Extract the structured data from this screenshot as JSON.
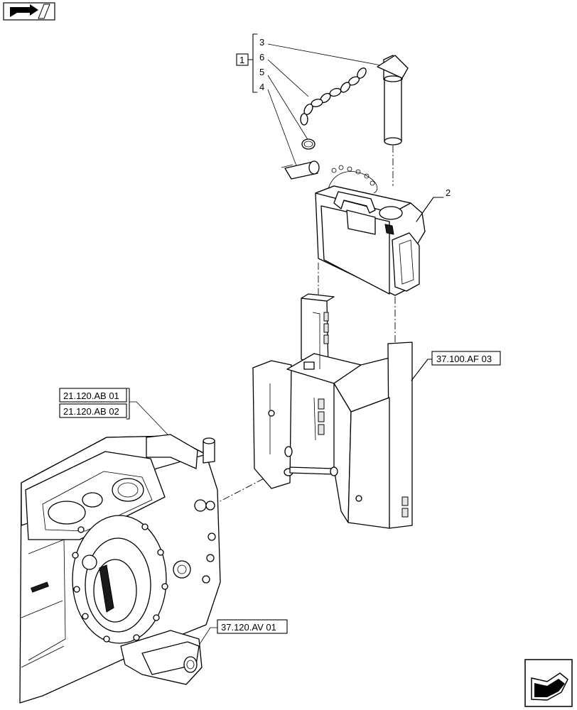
{
  "callouts": {
    "kit": "1",
    "kit_items": [
      "3",
      "6",
      "5",
      "4"
    ],
    "hook": "2"
  },
  "references": {
    "bracket": "37.100.AF 03",
    "housing_a": "21.120.AB 01",
    "housing_b": "21.120.AB 02",
    "drawbar": "37.120.AV 01"
  },
  "icons": {
    "top_left": "book-arrow-icon",
    "bottom_right": "next-page-arrow-icon"
  }
}
